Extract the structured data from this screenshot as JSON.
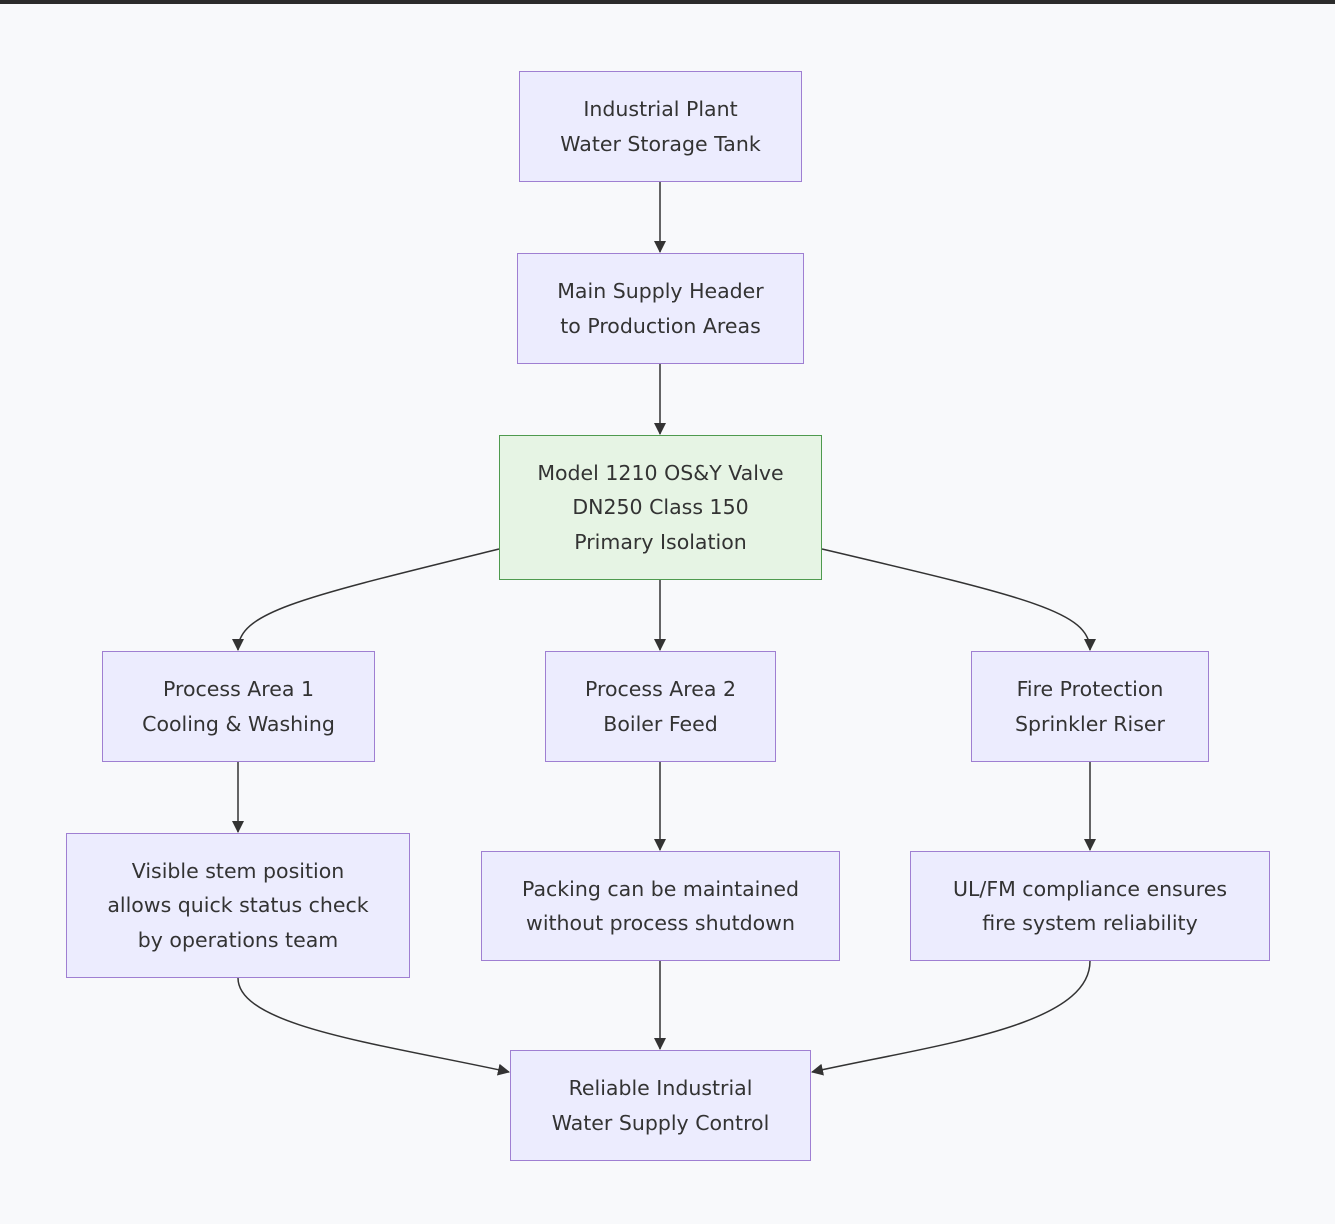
{
  "colors": {
    "node_fill": "#ececfe",
    "node_border": "#9f7fd2",
    "highlight_fill": "#e6f4e4",
    "highlight_border": "#4e9a4e",
    "edge": "#333333",
    "background": "#f8f9fb"
  },
  "nodes": {
    "tank": {
      "line1": "Industrial Plant",
      "line2": "Water Storage Tank"
    },
    "header": {
      "line1": "Main Supply Header",
      "line2": "to Production Areas"
    },
    "valve": {
      "line1": "Model 1210 OS&Y Valve",
      "line2": "DN250 Class 150",
      "line3": "Primary Isolation"
    },
    "area1": {
      "line1": "Process Area 1",
      "line2": "Cooling & Washing"
    },
    "area2": {
      "line1": "Process Area 2",
      "line2": "Boiler Feed"
    },
    "fire": {
      "line1": "Fire Protection",
      "line2": "Sprinkler Riser"
    },
    "stem": {
      "line1": "Visible stem position",
      "line2": "allows quick status check",
      "line3": "by operations team"
    },
    "packing": {
      "line1": "Packing can be maintained",
      "line2": "without process shutdown"
    },
    "ulfm": {
      "line1": "UL/FM compliance ensures",
      "line2": "fire system reliability"
    },
    "result": {
      "line1": "Reliable Industrial",
      "line2": "Water Supply Control"
    }
  }
}
